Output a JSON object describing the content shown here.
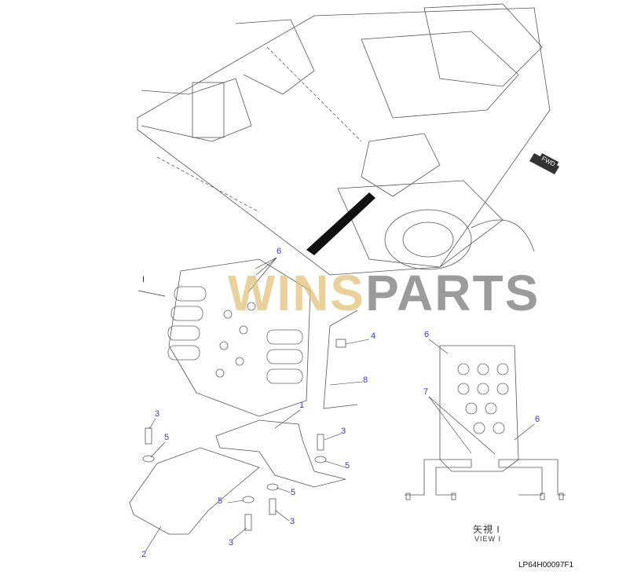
{
  "callouts": {
    "c6a": "6",
    "c4": "4",
    "c8": "8",
    "c1": "1",
    "c3a": "3",
    "c5a": "5",
    "c3b": "3",
    "c5b": "5",
    "c5c": "5",
    "c5d": "5",
    "c3c": "3",
    "c3d": "3",
    "c2": "2",
    "c6b": "6",
    "c7": "7",
    "c6c": "6"
  },
  "view_marker": "I",
  "view_label_jp": "矢視 I",
  "view_label_en": "VIEW I",
  "fwd_label": "FWD",
  "drawing_code": "LP64H00097F1",
  "watermark": {
    "part1": "WINS",
    "part2": "PARTS"
  }
}
